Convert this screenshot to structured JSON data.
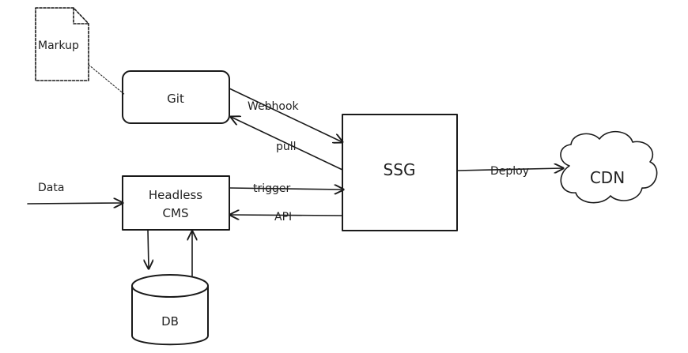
{
  "nodes": {
    "markup": "Markup",
    "git": "Git",
    "headless_cms_line1": "Headless",
    "headless_cms_line2": "CMS",
    "ssg": "SSG",
    "cdn": "CDN",
    "db": "DB"
  },
  "edges": {
    "webhook": "Webhook",
    "pull": "pull",
    "trigger": "trigger",
    "api": "API",
    "deploy": "Deploy",
    "data": "Data"
  }
}
